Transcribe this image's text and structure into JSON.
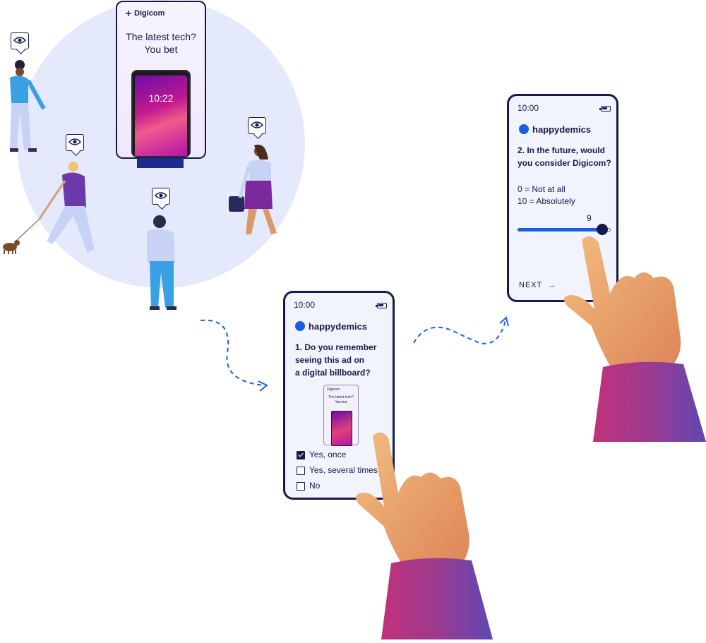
{
  "billboard": {
    "brand": "Digicom",
    "headline_line1": "The latest tech?",
    "headline_line2": "You bet",
    "phone_time": "10:22"
  },
  "phone1": {
    "time": "10:00",
    "brand": "happydemics",
    "question_line1": "1. Do you remember",
    "question_line2": "seeing this ad on",
    "question_line3": "a digital billboard?",
    "mini_ad": {
      "brand": "Digicom",
      "headline_line1": "The latest tech?",
      "headline_line2": "You bet"
    },
    "options": [
      {
        "label": "Yes, once",
        "checked": true
      },
      {
        "label": "Yes, several times",
        "checked": false
      },
      {
        "label": "No",
        "checked": false
      }
    ]
  },
  "phone2": {
    "time": "10:00",
    "brand": "happydemics",
    "question_line1": "2. In the future, would",
    "question_line2": "you consider Digicom?",
    "scale_min": "0 = Not at all",
    "scale_max": "10 = Absolutely",
    "slider_value": "9",
    "slider_fraction": 0.9,
    "next_label": "NEXT"
  },
  "colors": {
    "accent": "#1d5de4",
    "navy": "#141a4a",
    "scene_bg": "#e4e9fb"
  }
}
